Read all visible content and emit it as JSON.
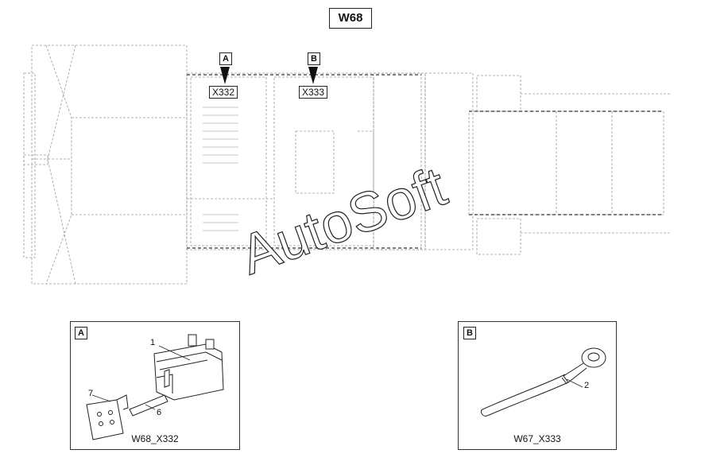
{
  "title": "W68",
  "watermark": "AutoSoft",
  "callouts": [
    {
      "letter": "A",
      "connector": "X332"
    },
    {
      "letter": "B",
      "connector": "X333"
    }
  ],
  "details": [
    {
      "letter": "A",
      "caption": "W68_X332",
      "parts": [
        "1",
        "7",
        "6"
      ]
    },
    {
      "letter": "B",
      "caption": "W67_X333",
      "parts": [
        "2"
      ]
    }
  ]
}
